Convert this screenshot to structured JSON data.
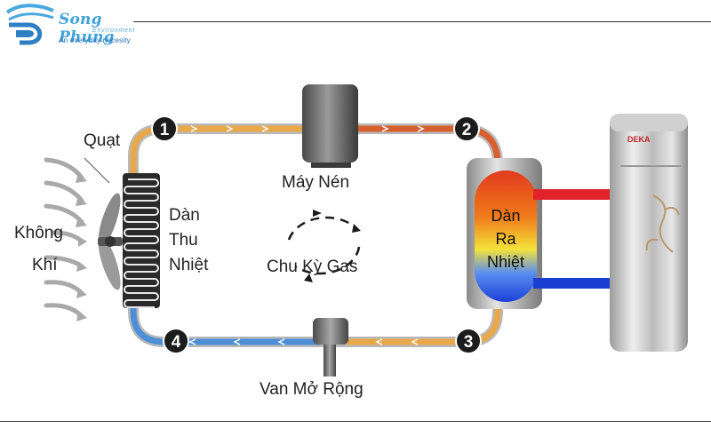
{
  "brand": {
    "name": "Song Phung",
    "subtitle": "Environment",
    "tagline": "An everyday necesity"
  },
  "labels": {
    "fan": "Quạt",
    "air_line1": "Không",
    "air_line2": "Khí",
    "evaporator_line1": "Dàn",
    "evaporator_line2": "Thu",
    "evaporator_line3": "Nhiệt",
    "compressor": "Máy Nén",
    "cycle": "Chu Kỳ Gas",
    "condenser_line1": "Dàn",
    "condenser_line2": "Ra",
    "condenser_line3": "Nhiệt",
    "expansion_valve": "Van Mở Rộng",
    "tank_brand": "DEKA"
  },
  "nodes": [
    "1",
    "2",
    "3",
    "4"
  ],
  "colors": {
    "hot_pipe": "#d8602e",
    "warm_pipe": "#e9a84a",
    "cold_pipe": "#4d8fd6",
    "node_fill": "#1c1c1c",
    "hot_water": "#e2222a",
    "cold_water": "#1a3fd0"
  }
}
